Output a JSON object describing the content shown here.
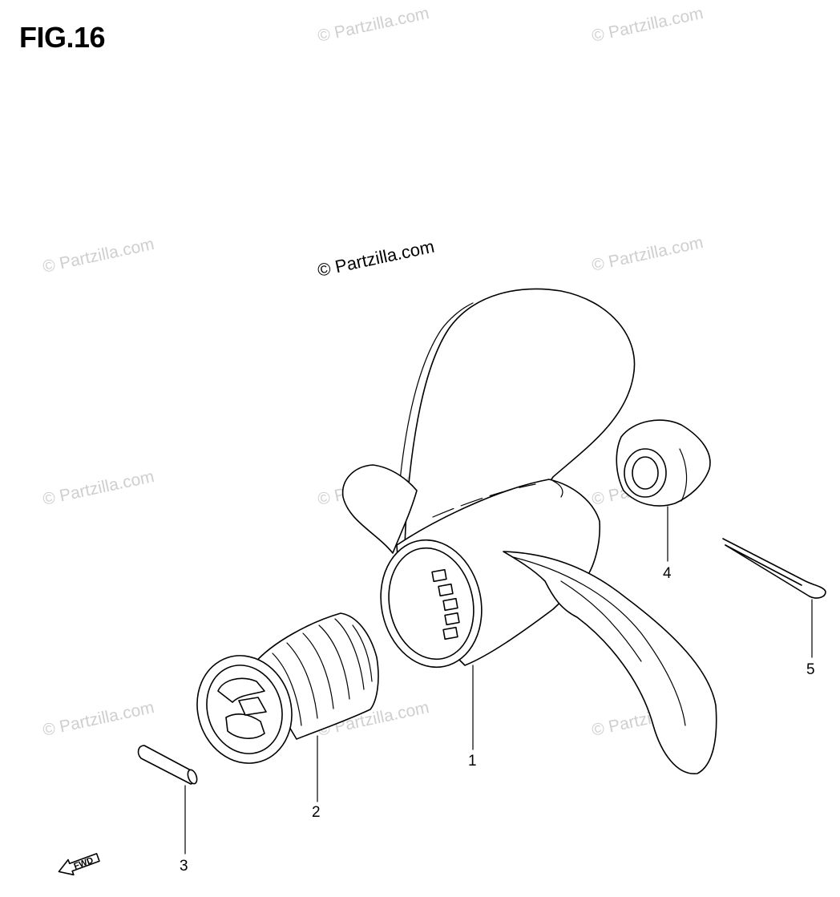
{
  "figure": {
    "title": "FIG.16"
  },
  "watermark": {
    "text": "© Partzilla.com"
  },
  "callouts": {
    "part_1": "1",
    "part_2": "2",
    "part_3": "3",
    "part_4": "4",
    "part_5": "5"
  },
  "direction_arrow": {
    "label": "FWD"
  },
  "colors": {
    "line": "#000000",
    "watermark": "#cfcfcf",
    "background": "#ffffff"
  }
}
